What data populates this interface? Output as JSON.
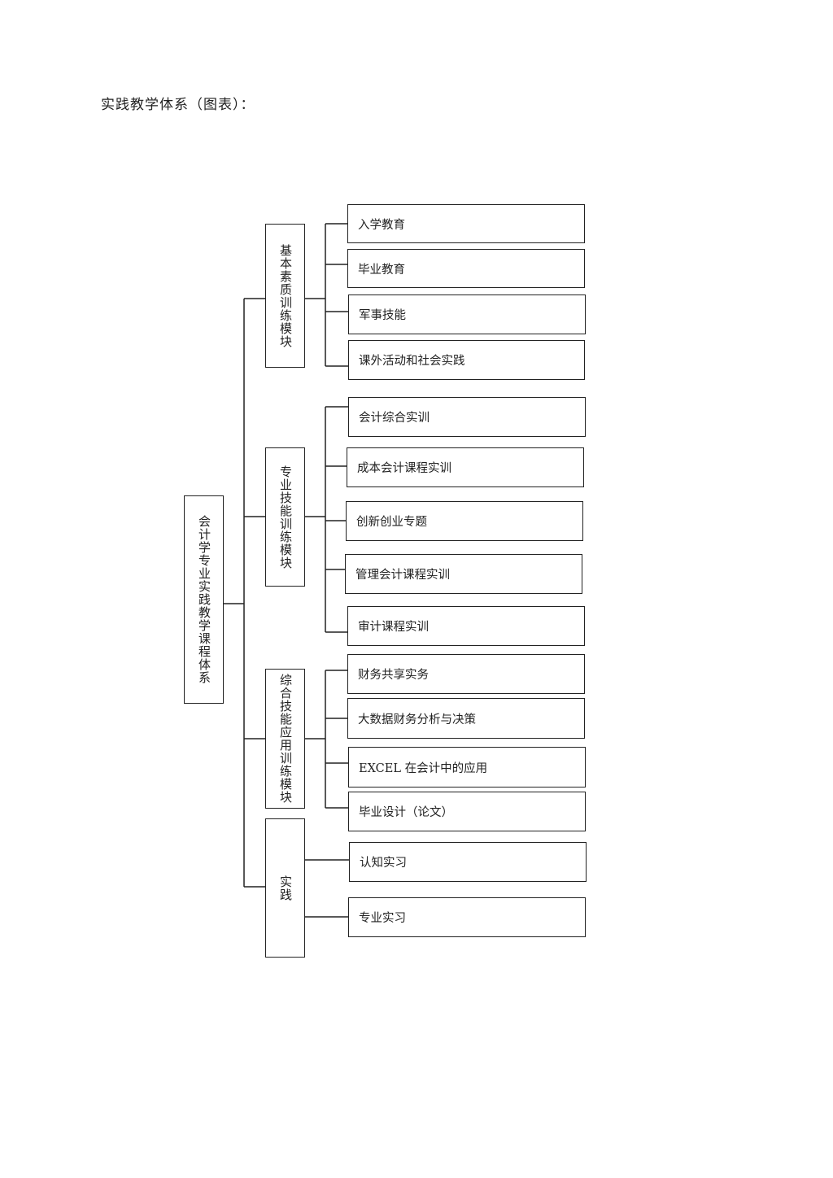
{
  "heading": "实践教学体系（图表）：",
  "root": "会计学专业实践教学课程体系",
  "modules": [
    {
      "label": "基本素质训练模块",
      "items": [
        "入学教育",
        "毕业教育",
        "军事技能",
        "课外活动和社会实践"
      ]
    },
    {
      "label": "专业技能训练模块",
      "items": [
        "会计综合实训",
        "成本会计课程实训",
        "创新创业专题",
        "管理会计课程实训",
        "审计课程实训"
      ]
    },
    {
      "label": "综合技能应用训练模块",
      "items": [
        "财务共享实务",
        "大数据财务分析与决策",
        "EXCEL 在会计中的应用",
        "毕业设计（论文）"
      ]
    },
    {
      "label": "实践",
      "items": [
        "认知实习",
        "专业实习"
      ]
    }
  ]
}
